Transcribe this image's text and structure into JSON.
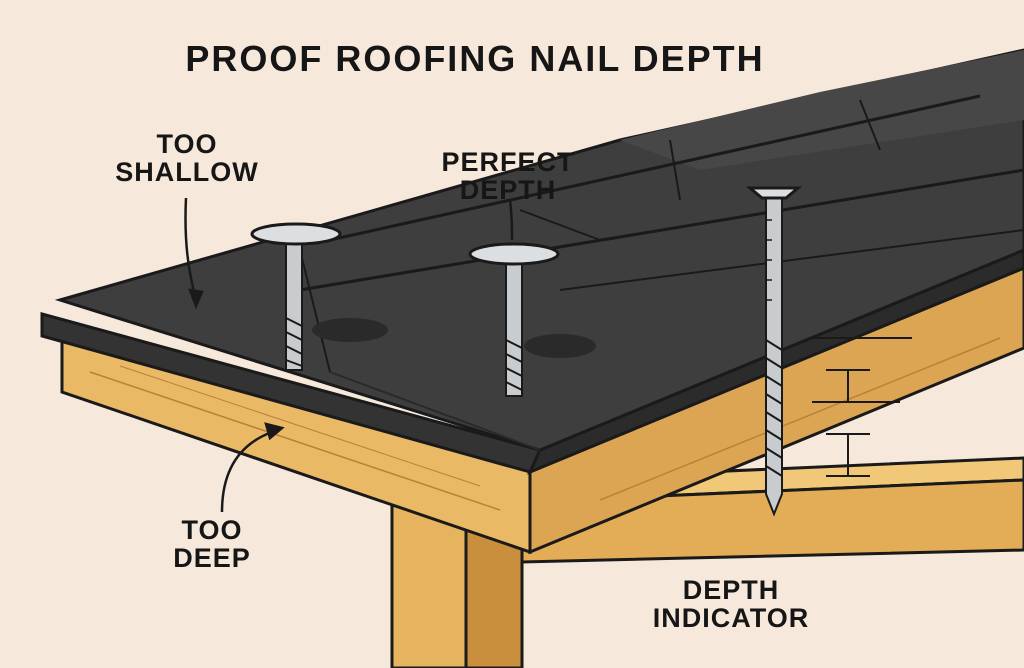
{
  "title": "PROOF ROOFING NAIL DEPTH",
  "labels": {
    "too_shallow": [
      "TOO",
      "SHALLOW"
    ],
    "perfect_depth": [
      "PERFECT",
      "DEPTH"
    ],
    "too_deep": [
      "TOO",
      "DEEP"
    ],
    "depth_indicator": [
      "DEPTH",
      "INDICATOR"
    ]
  },
  "colors": {
    "background": "#f7e8dc",
    "shingle": "#3e3e3e",
    "shingle_dark": "#2b2b2b",
    "wood": "#e6b45f",
    "wood_dark": "#c98f3c",
    "nail": "#c9cccf",
    "ink": "#161616"
  }
}
